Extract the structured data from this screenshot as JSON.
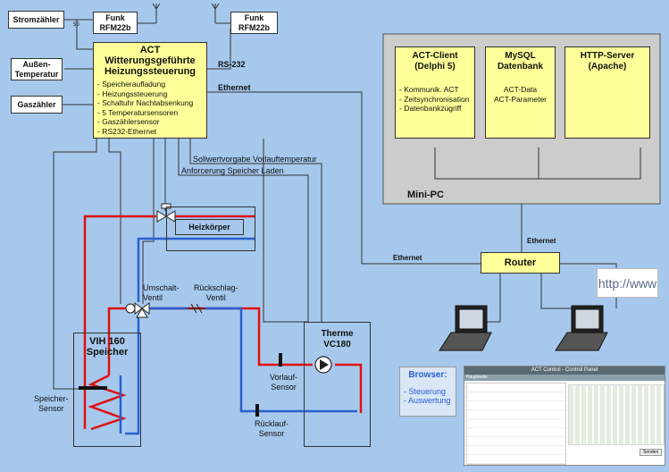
{
  "meters": {
    "strom": "Stromzähler",
    "aussen": "Außen-\nTemperatur",
    "gas": "Gaszähler",
    "signal_value": "50"
  },
  "funk1": {
    "title": "Funk",
    "model": "RFM22b"
  },
  "funk2": {
    "title": "Funk",
    "model": "RFM22b"
  },
  "act": {
    "title": "ACT",
    "subtitle1": "Witterungsgeführte",
    "subtitle2": "Heizungssteuerung",
    "features": [
      "Speicheraufladung",
      "Heizungssteuerung",
      "Schaltuhr Nachtabsenkung",
      "5 Temperatursensoren",
      "Gaszählersensor",
      "RS232-Ethernet"
    ]
  },
  "links": {
    "rs232": "RS-232",
    "ethernet_top": "Ethernet",
    "sollwert": "Sollwertvorgabe Vorlauftemperatur",
    "anforderung": "Anforcerung Speicher Laden",
    "ethernet_router": "Ethernet",
    "ethernet_left": "Ethernet"
  },
  "minipc": {
    "label": "Mini-PC",
    "client": {
      "title": "ACT-Client\n(Delphi 5)",
      "items": [
        "Kommunik. ACT",
        "Zeitsynchronisation",
        "Datenbankzugriff"
      ]
    },
    "mysql": {
      "title": "MySQL\nDatenbank",
      "items": [
        "ACT-Data",
        "ACT-Parameter"
      ]
    },
    "http": {
      "title": "HTTP-Server\n(Apache)"
    }
  },
  "router": "Router",
  "web_logo": "http://www",
  "heizkoerper": "Heizkörper",
  "valves": {
    "umschalt": "Umschalt-\nVentil",
    "rueckschlag": "Rückschlag-\nVentil"
  },
  "speicher": {
    "title": "VIH 160\nSpeicher"
  },
  "therme": {
    "title": "Therme\nVC180"
  },
  "sensors": {
    "speicher": "Speicher-\nSensor",
    "vorlauf": "Vorlauf-\nSensor",
    "ruecklauf": "Rücklauf-\nSensor"
  },
  "browser": {
    "title": "Browser:",
    "items": [
      "Steuerung",
      "Auswertung"
    ]
  },
  "panel": {
    "header": "ACT Control - Control Panel",
    "left_title": "Hauptseite",
    "button": "Senden"
  },
  "colors": {
    "background": "#a6c8ec",
    "yellow": "#ffff99",
    "hot": "#e01010",
    "cold": "#2a5fcf",
    "minipc": "#cccccc"
  }
}
